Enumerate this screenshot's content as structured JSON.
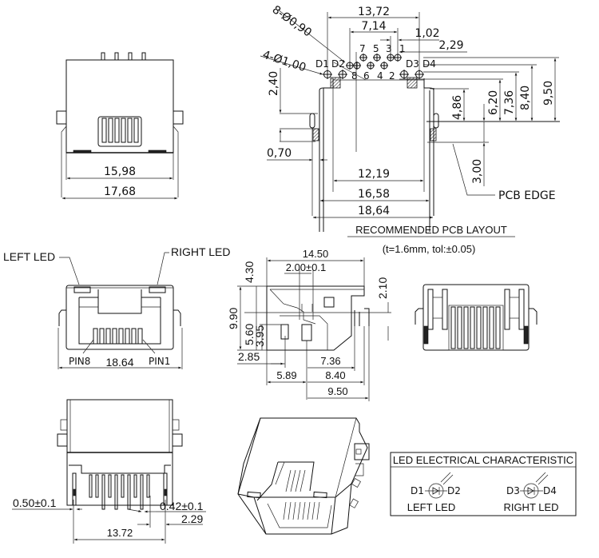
{
  "title": "RJ45 Jack Mechanical Drawing",
  "top_view": {
    "width_inner": "15,98",
    "width_outer": "17,68"
  },
  "pcb_layout": {
    "holes_small_label": "8-Ø0,90",
    "holes_large_label": "4-Ø1,00",
    "dim_13_72": "13,72",
    "dim_7_14": "7,14",
    "dim_1_02": "1,02",
    "dim_2_29": "2,29",
    "dim_2_40": "2,40",
    "dim_0_70": "0,70",
    "dim_4_86": "4,86",
    "dim_6_20": "6,20",
    "dim_7_36": "7,36",
    "dim_8_40": "8,40",
    "dim_9_50": "9,50",
    "dim_3_00": "3,00",
    "dim_12_19": "12,19",
    "dim_16_58": "16,58",
    "dim_18_64": "18,64",
    "pcb_edge": "PCB EDGE",
    "title": "RECOMMENDED PCB LAYOUT",
    "subtitle": "(t=1.6mm, tol:±0.05)",
    "pin_top_row": [
      "7",
      "5",
      "3",
      "1"
    ],
    "pin_bottom_row": [
      "8",
      "6",
      "4",
      "2"
    ],
    "led_left": [
      "D1",
      "D2"
    ],
    "led_right": [
      "D3",
      "D4"
    ]
  },
  "front_view": {
    "left_led": "LEFT LED",
    "right_led": "RIGHT LED",
    "pin8": "PIN8",
    "pin1": "PIN1",
    "width": "18.64"
  },
  "side_view": {
    "dim_14_50": "14.50",
    "dim_2_00": "2.00±0.1",
    "dim_4_30": "4.30",
    "dim_9_90": "9.90",
    "dim_5_60": "5.60",
    "dim_3_95": "3.95",
    "dim_2_10": "2.10",
    "dim_2_85": "2.85",
    "dim_5_89": "5.89",
    "dim_7_36": "7.36",
    "dim_8_40": "8.40",
    "dim_9_50": "9.50"
  },
  "bottom_view": {
    "dim_0_50": "0.50±0.1",
    "dim_0_42": "0.42±0.1",
    "dim_2_29": "2.29",
    "dim_13_72": "13.72"
  },
  "led_table": {
    "title": "LED ELECTRICAL CHARACTERISTIC",
    "left": {
      "a": "D1",
      "k": "D2",
      "label": "LEFT LED"
    },
    "right": {
      "a": "D3",
      "k": "D4",
      "label": "RIGHT LED"
    }
  }
}
